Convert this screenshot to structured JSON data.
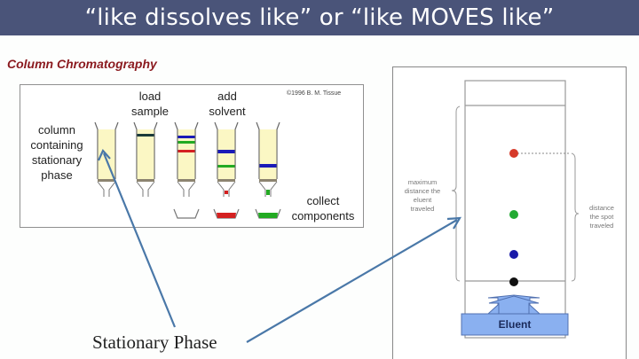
{
  "slide": {
    "title": "“like dissolves like” or “like MOVES like”",
    "subtitle": "Column Chromatography",
    "caption": "Stationary Phase"
  },
  "column_diagram": {
    "copyright": "©1996 B. M. Tissue",
    "labels": {
      "column": [
        "column",
        "containing",
        "stationary",
        "phase"
      ],
      "load": [
        "load",
        "sample"
      ],
      "add": [
        "add",
        "solvent"
      ],
      "collect": [
        "collect",
        "components"
      ]
    },
    "columns": [
      {
        "step": "empty column",
        "bands": []
      },
      {
        "step": "load sample",
        "bands": [
          "#1a3a3a"
        ]
      },
      {
        "step": "separating",
        "bands": [
          "#1a1ab8",
          "#22aa22",
          "#d42020"
        ]
      },
      {
        "step": "add solvent",
        "bands": [
          "#1a1ab8",
          "#22aa22"
        ],
        "collected": "#d42020"
      },
      {
        "step": "collecting",
        "bands": [
          "#1a1ab8"
        ],
        "collected": "#22aa22"
      }
    ]
  },
  "tlc_diagram": {
    "left_label": [
      "maximum",
      "distance the",
      "eluent",
      "traveled"
    ],
    "right_label": [
      "distance",
      "the spot",
      "traveled"
    ],
    "eluent_label": "Eluent",
    "spots": [
      {
        "color": "#d63a2a",
        "name": "red"
      },
      {
        "color": "#22aa33",
        "name": "green"
      },
      {
        "color": "#1a1aa8",
        "name": "blue"
      },
      {
        "color": "#111111",
        "name": "origin"
      }
    ]
  },
  "colors": {
    "title_bar": "#4a5479",
    "subtitle": "#8b1a1f",
    "arrow": "#4a78a8",
    "column_fill": "#fbf7c4",
    "eluent_fill": "#8ab0f0"
  }
}
